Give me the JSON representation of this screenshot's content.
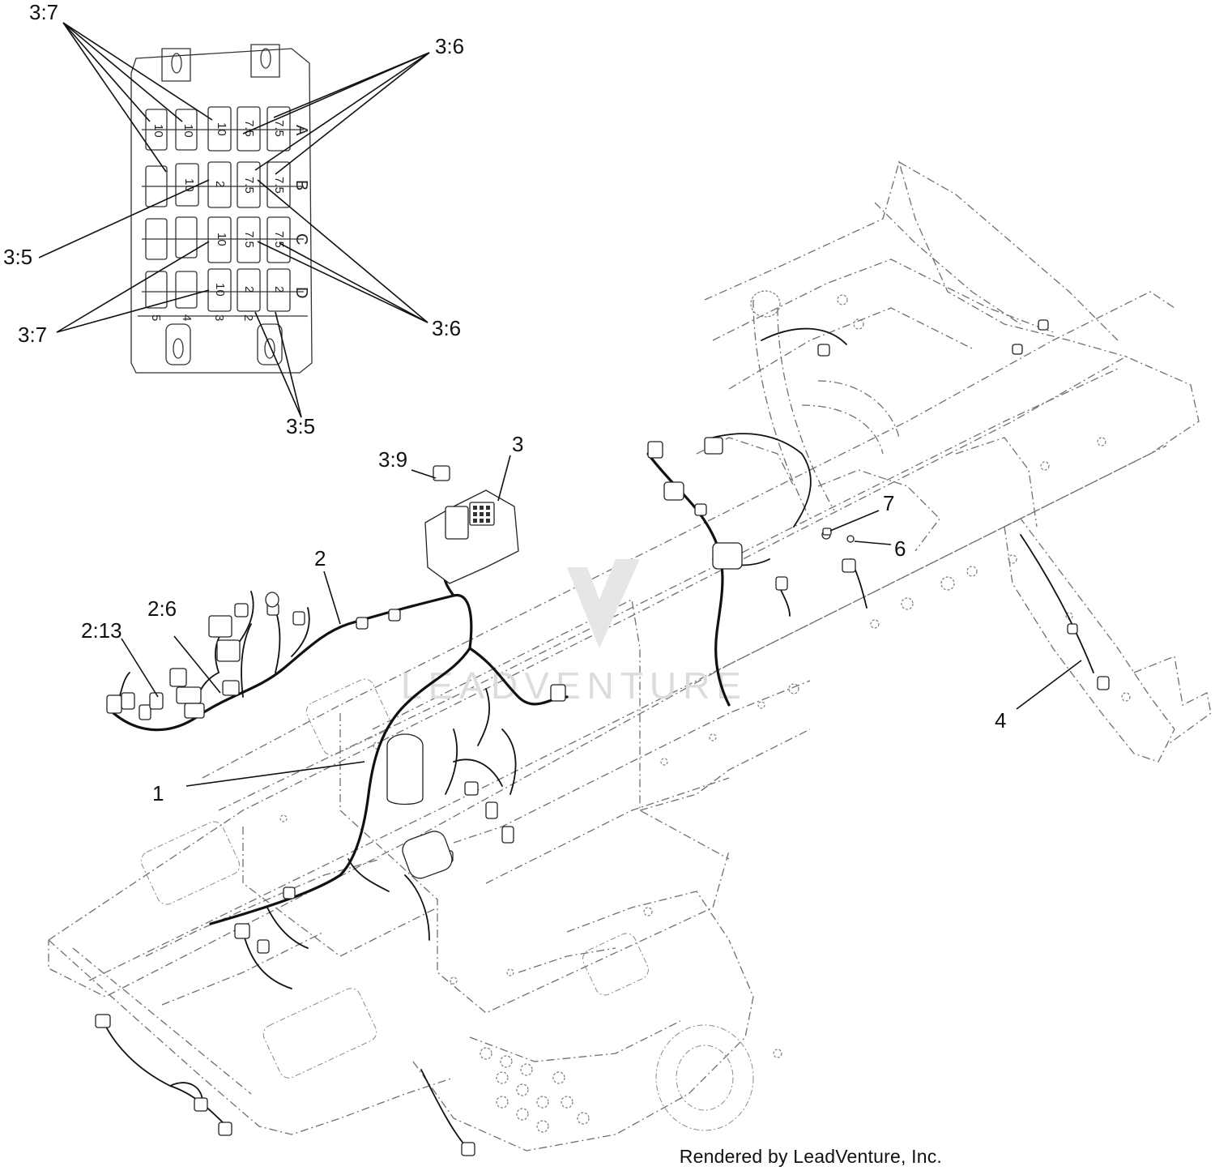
{
  "footer": {
    "rendered_by": "Rendered by LeadVenture, Inc."
  },
  "watermark": {
    "text": "LEADVENTURE",
    "color": "#d9d9d9"
  },
  "callouts": {
    "c1": "1",
    "c2": "2",
    "c3": "3",
    "c4": "4",
    "c6": "6",
    "c7": "7",
    "c3_9": "3:9",
    "c2_6": "2:6",
    "c2_13": "2:13",
    "c3_7_top": "3:7",
    "c3_6_top": "3:6",
    "c3_5_left": "3:5",
    "c3_7_bottom": "3:7",
    "c3_6_bottom": "3:6",
    "c3_5_bottom": "3:5"
  },
  "fuse_block": {
    "row_labels": [
      "A",
      "B",
      "C",
      "D"
    ],
    "slot_numbers": [
      "5",
      "4",
      "3",
      "2"
    ],
    "row_a": [
      "10",
      "10",
      "10",
      "7.5",
      "7.5"
    ],
    "row_b": [
      "10",
      "2",
      "7.5",
      "7.5"
    ],
    "row_c": [
      "10",
      "7.5",
      "7.5"
    ],
    "row_d": [
      "10",
      "2",
      "2"
    ]
  }
}
